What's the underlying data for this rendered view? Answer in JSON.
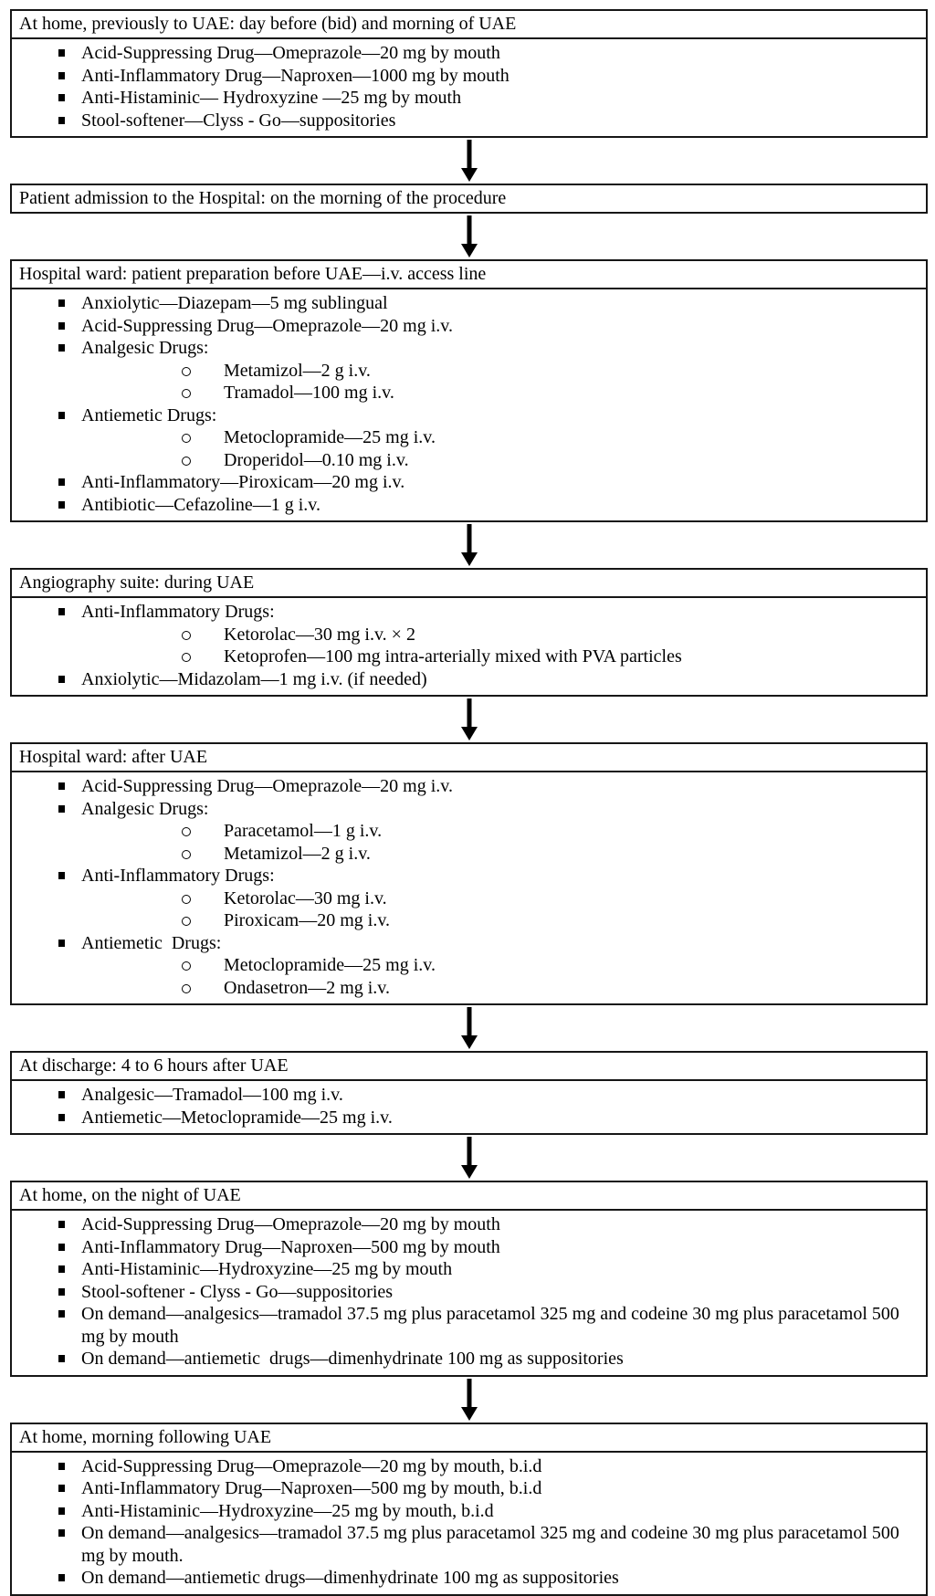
{
  "colors": {
    "border": "#161616",
    "text": "#000000",
    "background": "#ffffff"
  },
  "icons": {
    "level1_bullet": "square-bullet",
    "level2_bullet": "circle-bullet",
    "connector": "down-arrow"
  },
  "boxes": [
    {
      "title": "At home, previously to UAE: day before (bid) and morning of UAE",
      "items": [
        {
          "level": 1,
          "text": "Acid-Suppressing Drug—Omeprazole—20 mg by mouth"
        },
        {
          "level": 1,
          "text": "Anti-Inflammatory Drug—Naproxen—1000 mg by mouth"
        },
        {
          "level": 1,
          "text": "Anti-Histaminic— Hydroxyzine —25 mg by mouth"
        },
        {
          "level": 1,
          "text": "Stool-softener—Clyss - Go—suppositories"
        }
      ]
    },
    {
      "title": "Patient admission to the Hospital: on the morning of the procedure",
      "items": []
    },
    {
      "title": "Hospital ward: patient preparation before UAE—i.v. access line",
      "items": [
        {
          "level": 1,
          "text": "Anxiolytic—Diazepam—5 mg sublingual"
        },
        {
          "level": 1,
          "text": "Acid-Suppressing Drug—Omeprazole—20 mg i.v."
        },
        {
          "level": 1,
          "text": "Analgesic Drugs:"
        },
        {
          "level": 2,
          "text": "Metamizol—2 g i.v."
        },
        {
          "level": 2,
          "text": "Tramadol—100 mg i.v."
        },
        {
          "level": 1,
          "text": "Antiemetic Drugs:"
        },
        {
          "level": 2,
          "text": "Metoclopramide—25 mg i.v."
        },
        {
          "level": 2,
          "text": "Droperidol—0.10 mg i.v."
        },
        {
          "level": 1,
          "text": "Anti-Inflammatory—Piroxicam—20 mg i.v."
        },
        {
          "level": 1,
          "text": "Antibiotic—Cefazoline—1 g i.v."
        }
      ]
    },
    {
      "title": "Angiography suite: during UAE",
      "items": [
        {
          "level": 1,
          "text": "Anti-Inflammatory Drugs:"
        },
        {
          "level": 2,
          "text": "Ketorolac—30 mg i.v. × 2"
        },
        {
          "level": 2,
          "text": "Ketoprofen—100 mg intra-arterially mixed with PVA particles"
        },
        {
          "level": 1,
          "text": "Anxiolytic—Midazolam—1 mg i.v. (if needed)"
        }
      ]
    },
    {
      "title": "Hospital ward: after UAE",
      "items": [
        {
          "level": 1,
          "text": "Acid-Suppressing Drug—Omeprazole—20 mg i.v."
        },
        {
          "level": 1,
          "text": "Analgesic Drugs:"
        },
        {
          "level": 2,
          "text": "Paracetamol—1 g i.v."
        },
        {
          "level": 2,
          "text": "Metamizol—2 g i.v."
        },
        {
          "level": 1,
          "text": "Anti-Inflammatory Drugs:"
        },
        {
          "level": 2,
          "text": "Ketorolac—30 mg i.v."
        },
        {
          "level": 2,
          "text": "Piroxicam—20 mg i.v."
        },
        {
          "level": 1,
          "text": "Antiemetic  Drugs:"
        },
        {
          "level": 2,
          "text": "Metoclopramide—25 mg i.v."
        },
        {
          "level": 2,
          "text": "Ondasetron—2 mg i.v."
        }
      ]
    },
    {
      "title": "At discharge: 4 to 6 hours after UAE",
      "items": [
        {
          "level": 1,
          "text": "Analgesic—Tramadol—100 mg i.v."
        },
        {
          "level": 1,
          "text": "Antiemetic—Metoclopramide—25 mg i.v."
        }
      ]
    },
    {
      "title": "At home, on the night of UAE",
      "items": [
        {
          "level": 1,
          "text": "Acid-Suppressing Drug—Omeprazole—20 mg by mouth"
        },
        {
          "level": 1,
          "text": "Anti-Inflammatory Drug—Naproxen—500 mg by mouth"
        },
        {
          "level": 1,
          "text": "Anti-Histaminic—Hydroxyzine—25 mg by mouth"
        },
        {
          "level": 1,
          "text": "Stool-softener - Clyss - Go—suppositories"
        },
        {
          "level": 1,
          "text": "On demand—analgesics—tramadol 37.5 mg plus paracetamol 325 mg and codeine 30 mg plus paracetamol 500 mg by mouth"
        },
        {
          "level": 1,
          "text": "On demand—antiemetic  drugs—dimenhydrinate 100 mg as suppositories"
        }
      ]
    },
    {
      "title": "At home, morning following UAE",
      "items": [
        {
          "level": 1,
          "text": "Acid-Suppressing Drug—Omeprazole—20 mg by mouth, b.i.d"
        },
        {
          "level": 1,
          "text": "Anti-Inflammatory Drug—Naproxen—500 mg by mouth, b.i.d"
        },
        {
          "level": 1,
          "text": "Anti-Histaminic—Hydroxyzine—25 mg by mouth, b.i.d"
        },
        {
          "level": 1,
          "text": "On demand—analgesics—tramadol 37.5 mg plus paracetamol 325 mg and codeine 30 mg plus paracetamol 500 mg by mouth."
        },
        {
          "level": 1,
          "text": "On demand—antiemetic drugs—dimenhydrinate 100 mg as suppositories"
        }
      ]
    }
  ]
}
